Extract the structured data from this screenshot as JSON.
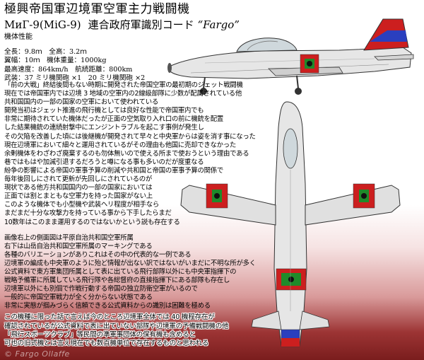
{
  "title": "極興帝国軍辺境軍空軍主力戦闘機",
  "subtitle": {
    "designation": "МиГ-9(MiG-9)",
    "code_text": "連合政府軍識別コード",
    "nickname": "“Fargo”"
  },
  "specs_heading": "機体性能",
  "specs": [
    "全長：9.8ｍ　全高：3.2ｍ",
    "翼幅：10ｍ　機体重量：1000kg",
    "最高速度：864km/h　航続距離：800km",
    "武装：37 ミリ機関砲 ×1　20 ミリ機関砲 ×2"
  ],
  "paragraph1": [
    "「前の大戦」終結後間もない時期に開発された帝国空軍の最初期のジェット戦闘機",
    "現在では帝国軍内では辺境 3 地域の空軍内の2線級部隊に少数が配属されている他",
    "共和国国内の一部の国家の空軍において使われている",
    "開発当初はジェット推進の飛行機としては良好な性能で帝国軍内でも",
    "非常に期待されていた機体だったが正面の空気取り入れ口の前に機銃を配置",
    "した結果機銃の連続射撃中にエンジントラブルを起こす事例が発生し",
    "その欠陥を改善した頃には後継機が開発されて早々と中央軍からは姿を消す事になった",
    "現在辺境軍において細々と運用されているがその理由も他国に売却できなかった",
    "余剰機体をわざわざ廃棄するのも勿体無いので使える所まで使おうという理由である",
    "巷ではもはや加減引退するだろうと噂になる事も多いのだが度重なる",
    "紛争の影響による帝国の軍事予算の削減や共和国と帝国の軍事予算の関係で",
    "毎年後回しにされて更新が先回しにされているのが",
    "現状である他方共和国国内の一部の国家においては",
    "正面では割とまともな空軍力を持った国家がない上",
    "このような機体でも小型機や武装ヘリ程度が相手なら",
    "まだまだ十分な攻撃力を持っている事から下手したらまだ",
    "10数年はこのまま運用するのではないかという説も存在する"
  ],
  "paragraph2": [
    "画像右上の側面図は平原自治共和国空軍所属",
    "右下は山岳自治共和国空軍所属のマーキングである",
    "各種のバリエーションがありこれはその中の代表的な一例である",
    "辺境軍の編成も中央軍のように殆ど情報が出ない訳ではないがいまだに不明な所が多く",
    "公式資料で東方軍集団所属として表に出ている飛行部隊以外にも中央軍指揮下の",
    "戦略予備軍に所属している飛行隊や各総督府の直接指揮下にある部隊も存在し",
    "辺境軍以外にも別個で作戦行動する帝国の独立防衛空軍がいるので",
    "一般的に帝国空軍戦力が全く分からない状態である",
    "非常に実態が掴みづらく信頼できる公式資料からの識別は困難を極める"
  ],
  "paragraph3": [
    "この機種に限った話で言えば今のところ辺境軍全体では 40 機程存在が",
    "確認されているが公式資料で表に出ていない部隊や辺境軍の予備戦闘機の他",
    "「飛行スポーツクラブ」等民間の準軍事団体の保有機も含めると",
    "可也の旧式機とは言え現在でも数百機単位で存在するものと思われる"
  ],
  "watermark": "© Fargo Ollaffe",
  "colors": {
    "fin_red": "#cc1f1f",
    "fin_blue": "#2a3fbf",
    "roundel_green": "#1f8a2a",
    "roundel_red": "#cc1f1f",
    "aircraft_grey": "#e3e3e3",
    "background_bottom": "#7a1d1d"
  }
}
